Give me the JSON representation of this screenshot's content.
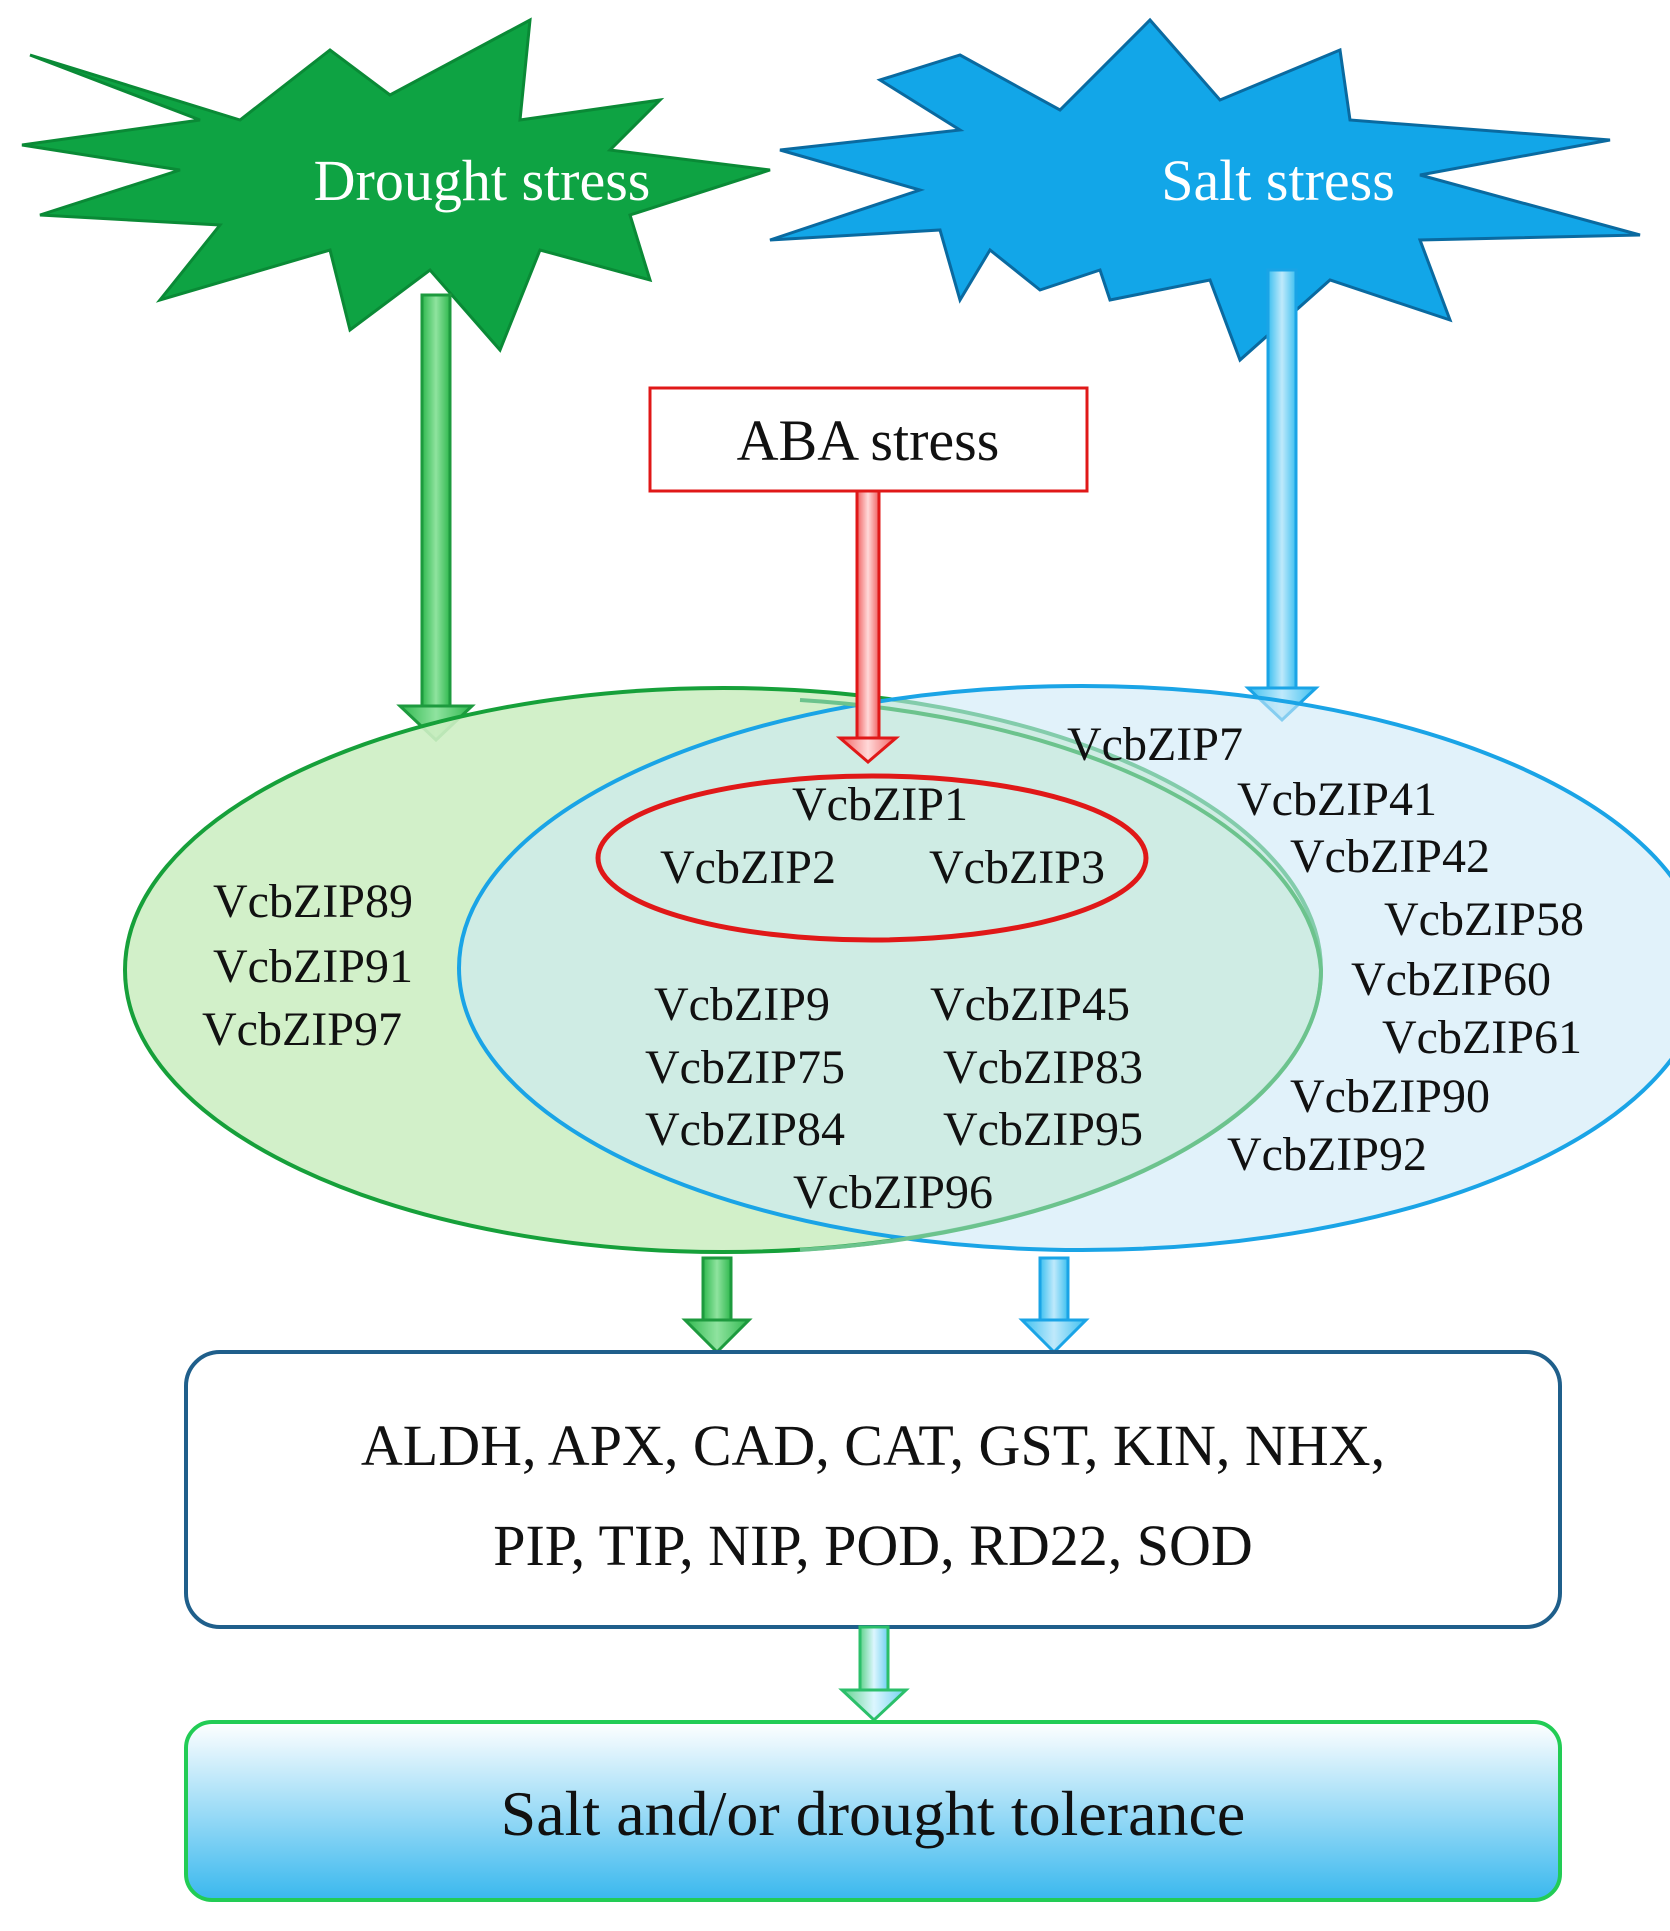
{
  "title": "",
  "stresses": {
    "drought": "Drought stress",
    "salt": "Salt stress",
    "aba": "ABA stress"
  },
  "colors": {
    "drought": "#0ea343",
    "salt": "#1aa4e6",
    "aba": "#e01818",
    "target_border": "#1f5f8b",
    "output_border": "#22cc55"
  },
  "genes": {
    "aba_shared": [
      "VcbZIP1",
      "VcbZIP2",
      "VcbZIP3"
    ],
    "drought_only": [
      "VcbZIP89",
      "VcbZIP91",
      "VcbZIP97"
    ],
    "drought_and_salt": [
      "VcbZIP9",
      "VcbZIP45",
      "VcbZIP75",
      "VcbZIP83",
      "VcbZIP84",
      "VcbZIP95",
      "VcbZIP96"
    ],
    "salt_only": [
      "VcbZIP7",
      "VcbZIP41",
      "VcbZIP42",
      "VcbZIP58",
      "VcbZIP60",
      "VcbZIP61",
      "VcbZIP90",
      "VcbZIP92"
    ]
  },
  "targets": {
    "line1": "ALDH, APX, CAD, CAT, GST, KIN, NHX,",
    "line2": "PIP, TIP, NIP, POD, RD22, SOD"
  },
  "outcome": "Salt and/or drought tolerance"
}
